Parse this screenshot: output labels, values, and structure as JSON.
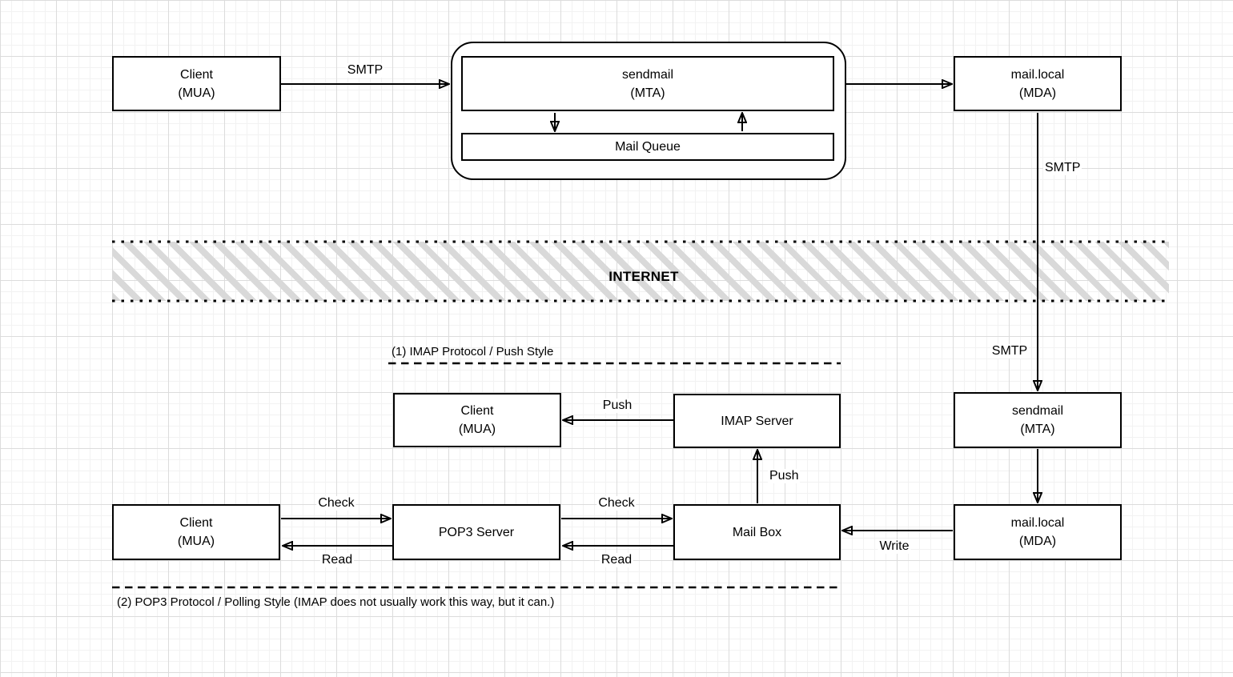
{
  "band": {
    "label": "INTERNET"
  },
  "nodes": {
    "client_top": {
      "line1": "Client",
      "line2": "(MUA)"
    },
    "sendmail_top": {
      "line1": "sendmail",
      "line2": "(MTA)"
    },
    "mail_queue": {
      "line1": "Mail Queue"
    },
    "mda_top": {
      "line1": "mail.local",
      "line2": "(MDA)"
    },
    "client_imap": {
      "line1": "Client",
      "line2": "(MUA)"
    },
    "imap_server": {
      "line1": "IMAP Server"
    },
    "sendmail_right": {
      "line1": "sendmail",
      "line2": "(MTA)"
    },
    "client_pop3": {
      "line1": "Client",
      "line2": "(MUA)"
    },
    "pop3_server": {
      "line1": "POP3 Server"
    },
    "mail_box": {
      "line1": "Mail Box"
    },
    "mda_bottom": {
      "line1": "mail.local",
      "line2": "(MDA)"
    }
  },
  "edge_labels": {
    "smtp_top": "SMTP",
    "smtp_mid_upper": "SMTP",
    "smtp_mid_lower": "SMTP",
    "push_left": "Push",
    "push_up": "Push",
    "check_1": "Check",
    "read_1": "Read",
    "check_2": "Check",
    "read_2": "Read",
    "write": "Write"
  },
  "sections": {
    "imap": {
      "label": "(1) IMAP Protocol / Push Style"
    },
    "pop3": {
      "label": "(2) POP3 Protocol / Polling Style (IMAP does not usually work this way, but it can.)"
    }
  },
  "colors": {
    "stroke": "#000000",
    "box_fill": "#ffffff",
    "hatch": "#d9d9d9",
    "grid_minor": "#f2f2f2",
    "grid_major": "#dcdcdc",
    "background": "#ffffff"
  }
}
